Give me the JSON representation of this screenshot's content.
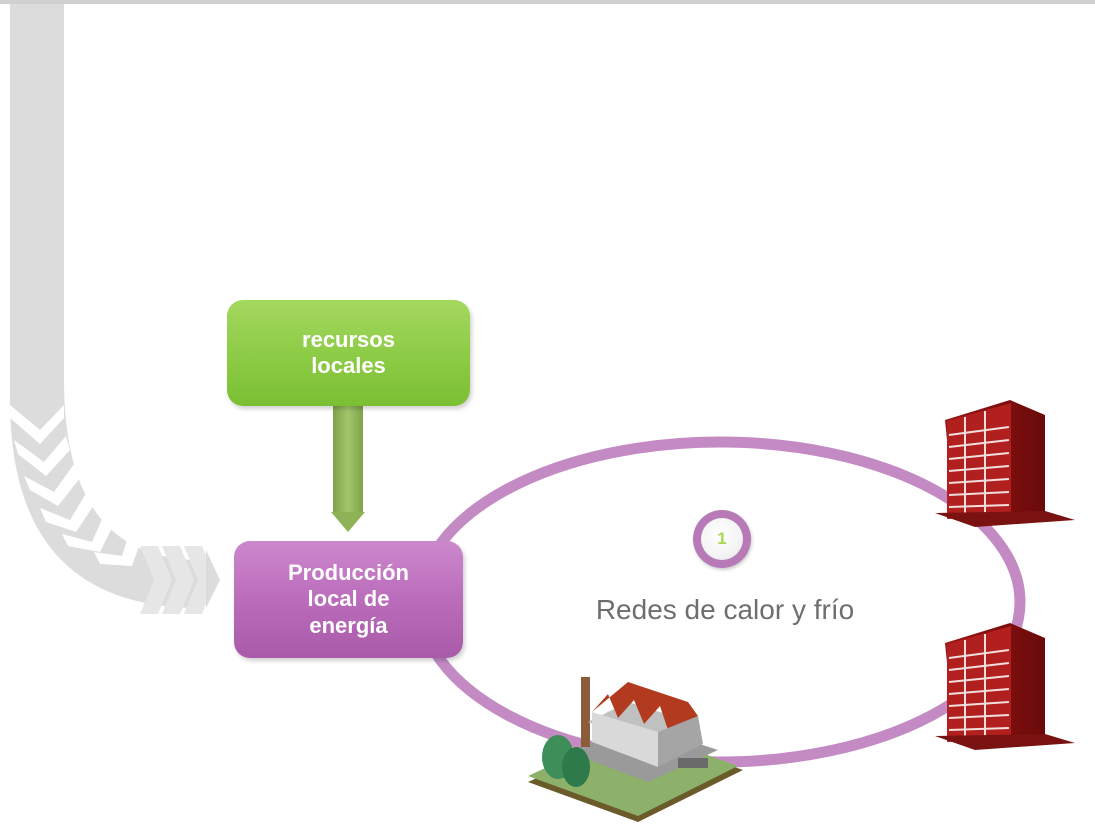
{
  "resources_box": {
    "text": "recursos\nlocales",
    "color": "#8ccb45"
  },
  "production_box": {
    "text": "Producción\nlocal de\nenergía",
    "color": "#b96ab9"
  },
  "network": {
    "badge_number": "1",
    "label": "Redes de calor y frío",
    "ring_color": "#c48ac4"
  },
  "icons": {
    "factory": "factory-icon",
    "building_top": "building-icon",
    "building_bottom": "building-icon",
    "flow_arrow": "chevron-arrow-icon",
    "down_arrow": "down-arrow-icon"
  }
}
